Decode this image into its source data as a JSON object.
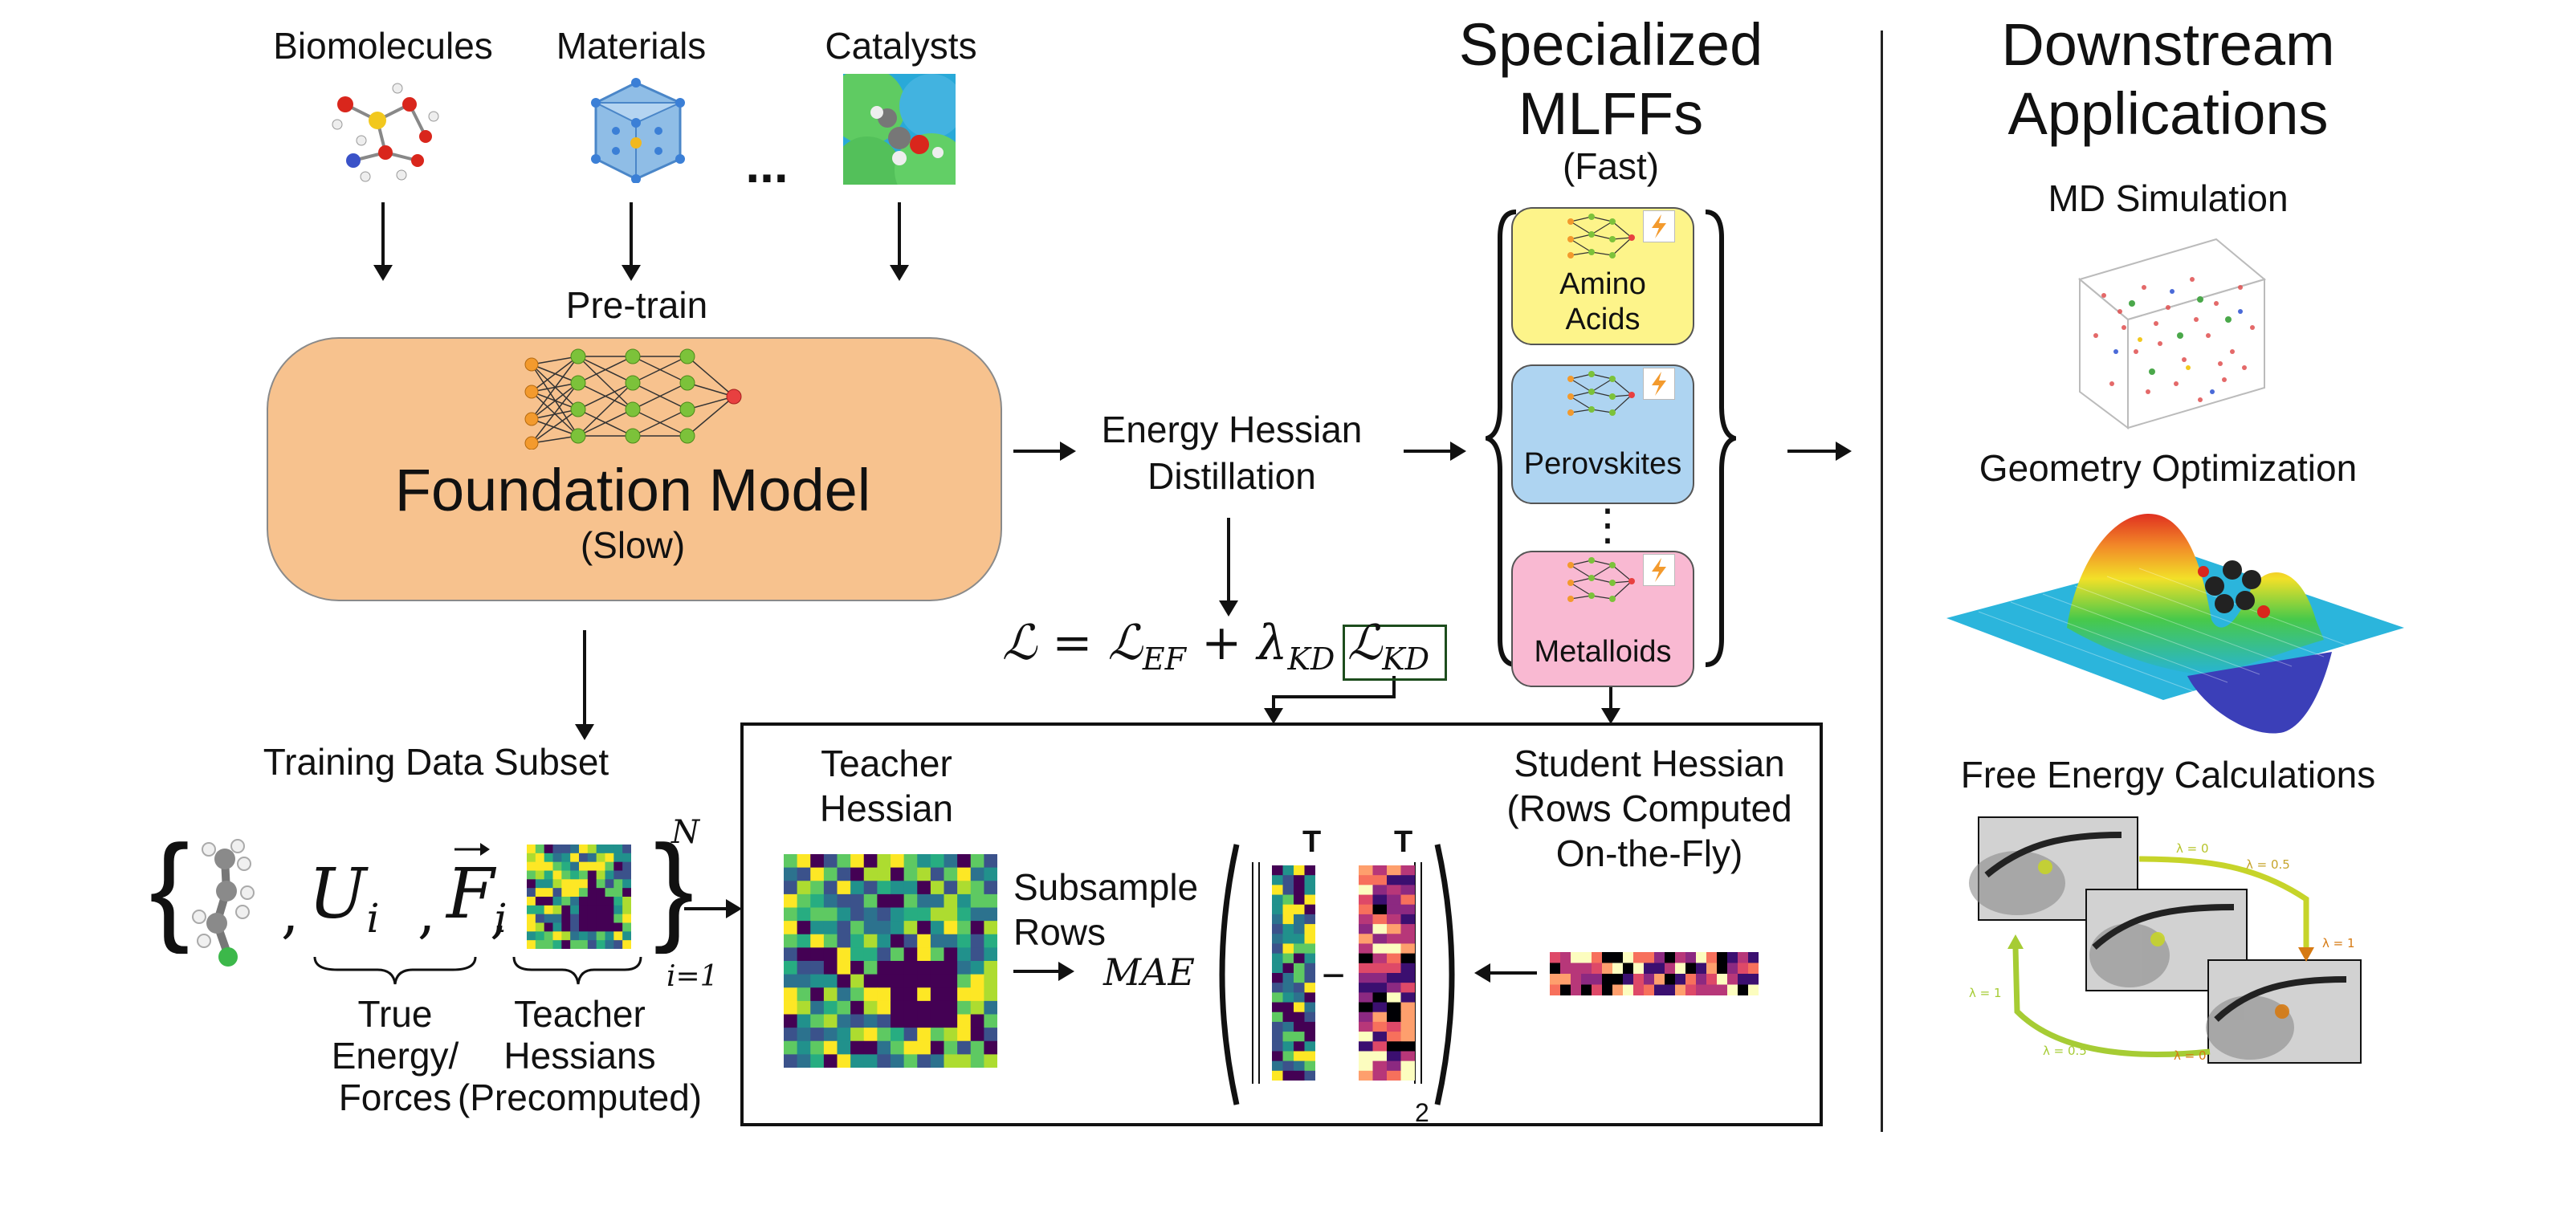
{
  "inputs": {
    "biomolecules": "Biomolecules",
    "materials": "Materials",
    "catalysts": "Catalysts",
    "ellipsis": "..."
  },
  "pretrain_label": "Pre-train",
  "foundation": {
    "title": "Foundation Model",
    "subtitle": "(Slow)"
  },
  "distillation": {
    "line1": "Energy Hessian",
    "line2": "Distillation"
  },
  "loss": {
    "L": "ℒ",
    "eq": "=",
    "L2": "ℒ",
    "ef_sub": "EF",
    "plus": "+",
    "lambda": "λ",
    "lambda_sub": "KD",
    "L3": "ℒ",
    "kd_sub": "KD"
  },
  "specialized": {
    "title_line1": "Specialized",
    "title_line2": "MLFFs",
    "subtitle": "(Fast)",
    "models": [
      {
        "name_line1": "Amino",
        "name_line2": "Acids",
        "color": "#fdf48a"
      },
      {
        "name_line1": "Perovskites",
        "name_line2": "",
        "color": "#aed4f1"
      },
      {
        "name_line1": "Metalloids",
        "name_line2": "",
        "color": "#f9b9d2"
      }
    ],
    "vdots": "⋮"
  },
  "downstream": {
    "title_line1": "Downstream",
    "title_line2": "Applications",
    "apps": [
      "MD Simulation",
      "Geometry Optimization",
      "Free Energy Calculations"
    ],
    "lambda_labels": [
      "λ = 0",
      "λ = 0.5",
      "λ = 1",
      "λ = 0",
      "λ = 0.5",
      "λ = 1"
    ]
  },
  "training": {
    "title": "Training Data Subset",
    "U": "U",
    "U_sub": "i",
    "F": "F",
    "F_sub": "i",
    "N": "N",
    "range": "i=1",
    "true_label": [
      "True",
      "Energy/",
      "Forces"
    ],
    "teacher_label": [
      "Teacher",
      "Hessians",
      "(Precomputed)"
    ],
    "comma": ","
  },
  "box": {
    "teacher_title": [
      "Teacher",
      "Hessian"
    ],
    "student_title": [
      "Student Hessian",
      "(Rows Computed",
      "On-the-Fly)"
    ],
    "subsample": [
      "Subsample",
      "Rows"
    ],
    "mae": "MAE",
    "T": "T",
    "minus": "−",
    "norm_sub": "2"
  },
  "colors": {
    "foundation": "#f7c28e",
    "viridis": [
      "#440154",
      "#3b528b",
      "#21918c",
      "#5ec962",
      "#fde725",
      "#2c728e",
      "#27ad81",
      "#addc30"
    ],
    "magma": [
      "#000004",
      "#3b0f70",
      "#8c2981",
      "#de4968",
      "#fe9f6d",
      "#fcfdbf",
      "#b73779",
      "#f7705c"
    ]
  }
}
